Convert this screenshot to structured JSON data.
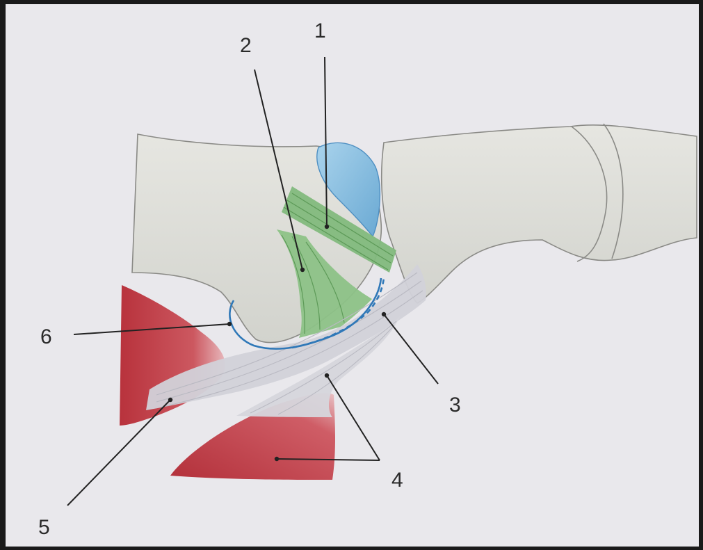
{
  "labels": [
    {
      "id": "1",
      "text": "1"
    },
    {
      "id": "2",
      "text": "2"
    },
    {
      "id": "3",
      "text": "3"
    },
    {
      "id": "4",
      "text": "4"
    },
    {
      "id": "5",
      "text": "5"
    },
    {
      "id": "6",
      "text": "6"
    }
  ],
  "colors": {
    "background": "#e9e8ec",
    "bone": "#dfdfda",
    "bone_outline": "#8a8a86",
    "muscle": "#c0424a",
    "tendon": "#cfcfd6",
    "ligament_green": "#7fb57a",
    "bursa_blue": "#8fc3e2",
    "sheath_blue": "#2f78b8",
    "leader_line": "#222222"
  }
}
